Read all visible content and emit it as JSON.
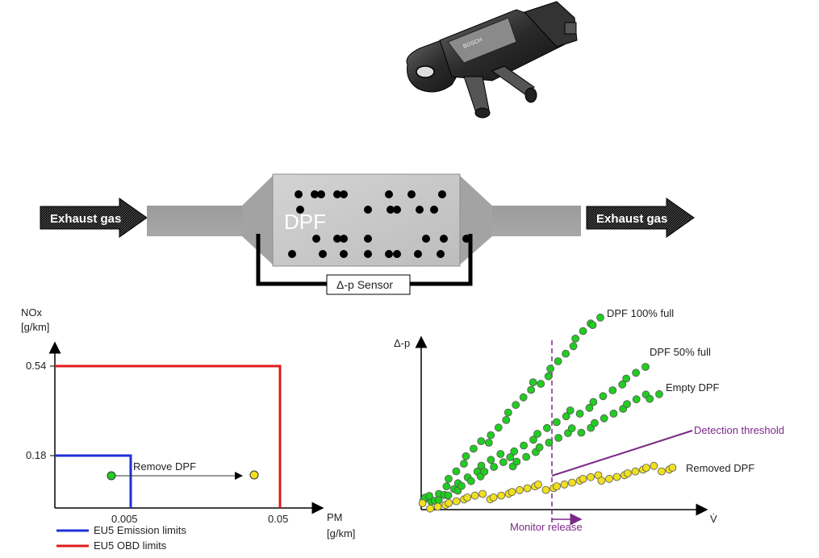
{
  "filter": {
    "inlet_label": "Exhaust gas",
    "outlet_label": "Exhaust gas",
    "filter_label": "DPF",
    "sensor_label": "Δ-p Sensor"
  },
  "left_chart": {
    "y_title_line1": "NOx",
    "y_title_line2": "[g/km]",
    "x_title_line1": "PM",
    "x_title_line2": "[g/km]",
    "y_ticks": [
      "0.54",
      "0.18"
    ],
    "x_ticks": [
      "0.005",
      "0.05"
    ],
    "annotation": "Remove DPF",
    "legend": [
      {
        "label": "EU5 Emission limits",
        "color": "#1f2fd6"
      },
      {
        "label": "EU5 OBD limits",
        "color": "#e01b1b"
      }
    ]
  },
  "right_chart": {
    "y_label": "Δ-p",
    "x_label": "V̇",
    "monitor_label": "Monitor release",
    "detection_label": "Detection threshold",
    "series_labels": {
      "full100": "DPF 100% full",
      "full50": "DPF 50% full",
      "empty": "Empty DPF",
      "removed": "Removed DPF"
    }
  },
  "chart_data": [
    {
      "type": "line",
      "xlabel": "PM [g/km]",
      "ylabel": "NOx [g/km]",
      "xticks": [
        0.005,
        0.05
      ],
      "yticks": [
        0.18,
        0.54
      ],
      "series": [
        {
          "name": "EU5 Emission limits",
          "limit_pm": 0.005,
          "limit_nox": 0.18
        },
        {
          "name": "EU5 OBD limits",
          "limit_pm": 0.05,
          "limit_nox": 0.54
        }
      ]
    },
    {
      "type": "scatter",
      "xlabel": "V̇",
      "ylabel": "Δ-p",
      "series": [
        {
          "name": "DPF 100% full",
          "color": "#22cc22"
        },
        {
          "name": "DPF 50% full",
          "color": "#22cc22"
        },
        {
          "name": "Empty DPF",
          "color": "#22cc22"
        },
        {
          "name": "Removed DPF",
          "color": "#f0e020"
        }
      ]
    }
  ],
  "colors": {
    "emission_limit": "#1f2fd6",
    "obd_limit": "#e01b1b",
    "accent_purple": "#7a2a86",
    "green_marker": "#22cc22",
    "yellow_marker": "#f0e020"
  }
}
